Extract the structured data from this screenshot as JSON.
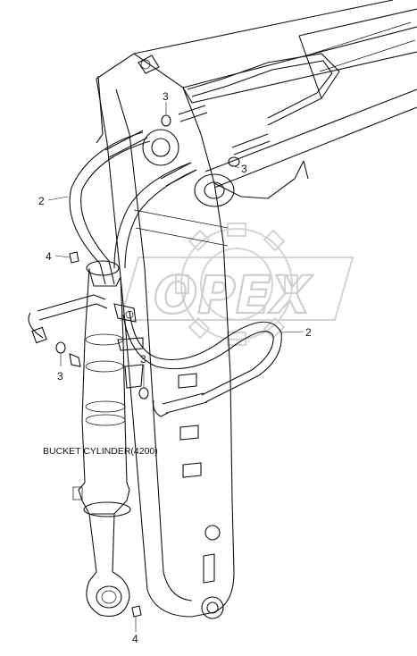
{
  "diagram": {
    "callouts": [
      {
        "id": "c1",
        "text": "3"
      },
      {
        "id": "c2",
        "text": "3"
      },
      {
        "id": "c3",
        "text": "2"
      },
      {
        "id": "c4",
        "text": "4"
      },
      {
        "id": "c5",
        "text": "2"
      },
      {
        "id": "c6",
        "text": "3"
      },
      {
        "id": "c7",
        "text": "3"
      },
      {
        "id": "c8",
        "text": "4"
      }
    ],
    "component_label": "BUCKET CYLINDER(4200)",
    "watermark": "OPEX"
  },
  "colors": {
    "line": "#111111",
    "watermark": "#cfcfcf",
    "background": "#ffffff"
  }
}
